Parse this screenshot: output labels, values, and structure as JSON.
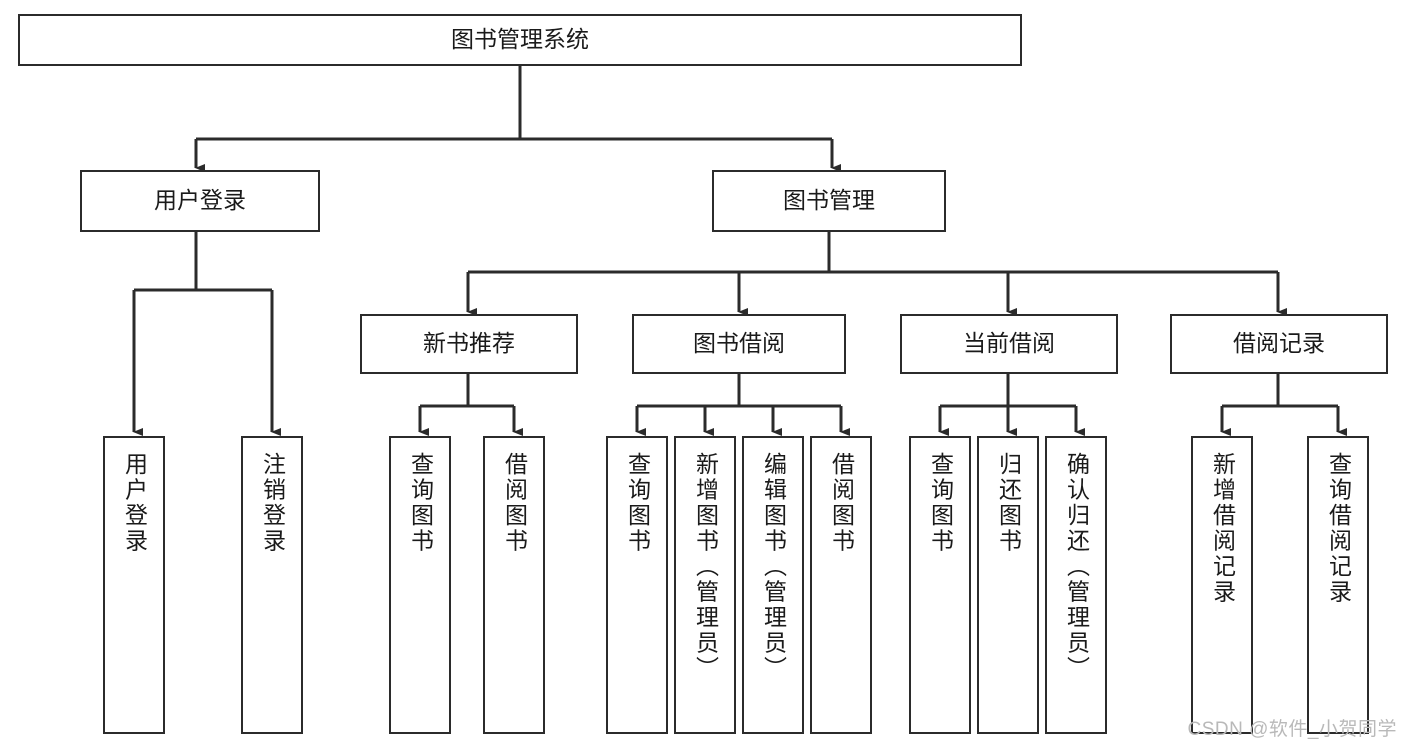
{
  "diagram": {
    "title": "图书管理系统",
    "type": "tree-hierarchy-chart",
    "watermark": "CSDN @软件_小贺同学",
    "colors": {
      "box_border": "#2b2b2b",
      "box_fill": "#ffffff",
      "connector": "#2b2b2b",
      "text": "#1a1a1a",
      "watermark": "#b9b9b9",
      "background": "#ffffff"
    },
    "levels": {
      "root": {
        "label": "图书管理系统"
      },
      "level2": [
        {
          "label": "用户登录"
        },
        {
          "label": "图书管理"
        }
      ],
      "level3": [
        {
          "label": "新书推荐"
        },
        {
          "label": "图书借阅"
        },
        {
          "label": "当前借阅"
        },
        {
          "label": "借阅记录"
        }
      ],
      "leaves": {
        "user_login": [
          {
            "label": "用户登录"
          },
          {
            "label": "注销登录"
          }
        ],
        "new_book_recommend": [
          {
            "label": "查询图书"
          },
          {
            "label": "借阅图书"
          }
        ],
        "book_borrow": [
          {
            "label": "查询图书"
          },
          {
            "label": "新增图书（管理员）"
          },
          {
            "label": "编辑图书（管理员）"
          },
          {
            "label": "借阅图书"
          }
        ],
        "current_borrow": [
          {
            "label": "查询图书"
          },
          {
            "label": "归还图书"
          },
          {
            "label": "确认归还（管理员）"
          }
        ],
        "borrow_record": [
          {
            "label": "新增借阅记录"
          },
          {
            "label": "查询借阅记录"
          }
        ]
      }
    }
  }
}
